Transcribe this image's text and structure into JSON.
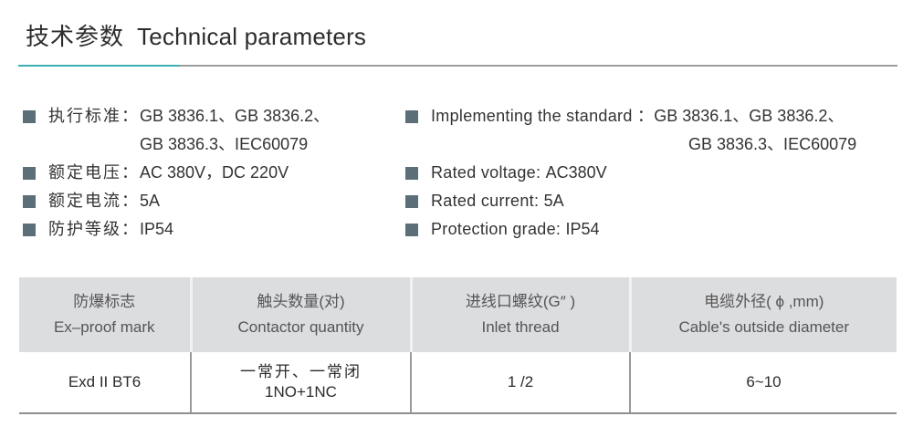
{
  "header": {
    "title_cn": "技术参数",
    "title_en": "Technical parameters",
    "accent_color": "#3cb0b2",
    "rule_color": "#9e9e9e"
  },
  "specs_cn": [
    {
      "label": "执行标准：",
      "value": "GB 3836.1、GB 3836.2、",
      "value_cont": "GB 3836.3、IEC60079"
    },
    {
      "label": "额定电压：",
      "value": "AC 380V，DC 220V"
    },
    {
      "label": "额定电流：",
      "value": "5A"
    },
    {
      "label": "防护等级：",
      "value": "IP54"
    }
  ],
  "specs_en": [
    {
      "label": "Implementing the standard ：",
      "value": "GB 3836.1、GB 3836.2、",
      "value_cont": "GB 3836.3、IEC60079"
    },
    {
      "label": "Rated voltage: ",
      "value": "AC380V"
    },
    {
      "label": "Rated current: ",
      "value": "5A"
    },
    {
      "label": "Protection grade: ",
      "value": "IP54"
    }
  ],
  "bullet_color": "#5c6f79",
  "table": {
    "columns": [
      {
        "cn": "防爆标志",
        "en": "Ex–proof mark"
      },
      {
        "cn": "触头数量(对)",
        "en": "Contactor quantity"
      },
      {
        "cn": "进线口螺纹(G″ )",
        "en": "Inlet thread"
      },
      {
        "cn": "电缆外径( ϕ ,mm)",
        "en": "Cable's outside diameter"
      }
    ],
    "rows": [
      {
        "ex_mark": "Exd II BT6",
        "contact_cn": "一常开、一常闭",
        "contact_en": "1NO+1NC",
        "inlet_thread": "1 /2",
        "cable_diameter": "6~10"
      }
    ],
    "header_bg": "#dcdddf"
  }
}
